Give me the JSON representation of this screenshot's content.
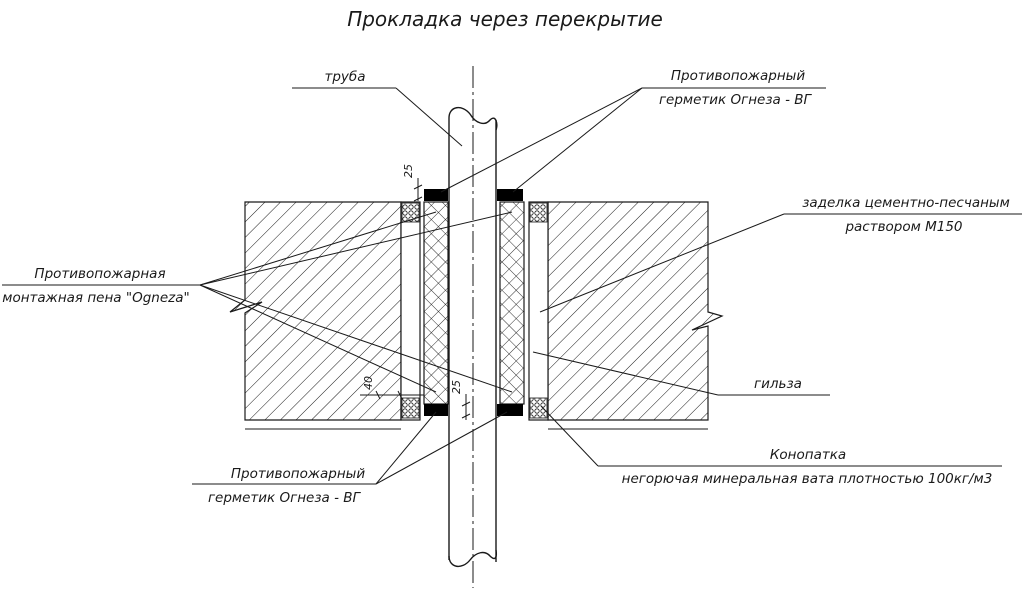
{
  "title": "Прокладка через перекрытие",
  "labels": {
    "pipe": "труба",
    "sealant_top_line1": "Противопожарный",
    "sealant_top_line2": "герметик Огнеза - ВГ",
    "mortar_line1": "заделка цементно-песчаным",
    "mortar_line2": "раствором М150",
    "foam_line1": "Противопожарная",
    "foam_line2": "монтажная пена \"Ogneza\"",
    "sleeve": "гильза",
    "caulk_line1": "Конопатка",
    "caulk_line2": "негорючая минеральная вата плотностью 100кг/м3",
    "sealant_bottom_line1": "Противопожарный",
    "sealant_bottom_line2": "герметик Огнеза - ВГ"
  },
  "dimensions": {
    "seal_thickness_top": "25",
    "seal_thickness_bottom": "25",
    "gap_width": "40"
  },
  "colors": {
    "ink": "#1a1a1a",
    "seal": "#000000",
    "background": "#ffffff"
  }
}
